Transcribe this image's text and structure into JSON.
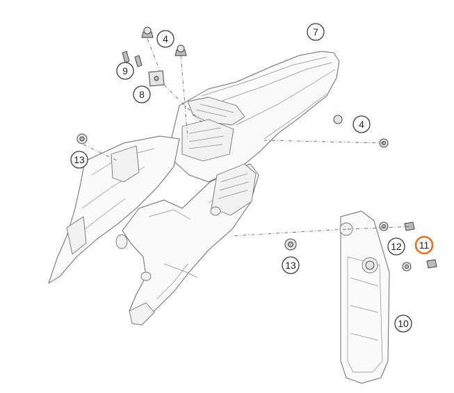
{
  "highlight_color": "#e07020",
  "callouts": [
    {
      "label": "4",
      "highlighted": false
    },
    {
      "label": "7",
      "highlighted": false
    },
    {
      "label": "9",
      "highlighted": false
    },
    {
      "label": "8",
      "highlighted": false
    },
    {
      "label": "4",
      "highlighted": false
    },
    {
      "label": "13",
      "highlighted": false
    },
    {
      "label": "12",
      "highlighted": false
    },
    {
      "label": "11",
      "highlighted": true
    },
    {
      "label": "13",
      "highlighted": false
    },
    {
      "label": "10",
      "highlighted": false
    }
  ]
}
